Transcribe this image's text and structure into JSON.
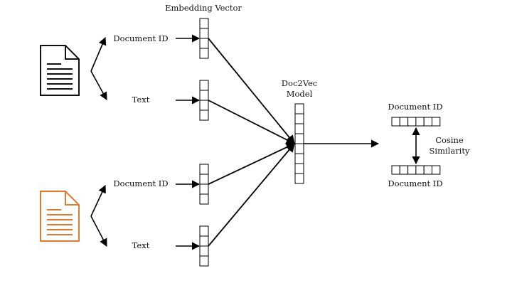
{
  "title": "Embedding Vector",
  "model": {
    "line1": "Doc2Vec",
    "line2": "Model"
  },
  "inputs": {
    "doc1_id": "Document ID",
    "doc1_text": "Text",
    "doc2_id": "Document ID",
    "doc2_text": "Text"
  },
  "output": {
    "top_label": "Document ID",
    "bottom_label": "Document ID",
    "similarity_line1": "Cosine",
    "similarity_line2": "Similarity"
  },
  "colors": {
    "doc1": "#111111",
    "doc2": "#e07a2e",
    "line": "#000000"
  },
  "icons": {
    "doc1": "document-icon-black",
    "doc2": "document-icon-orange"
  }
}
